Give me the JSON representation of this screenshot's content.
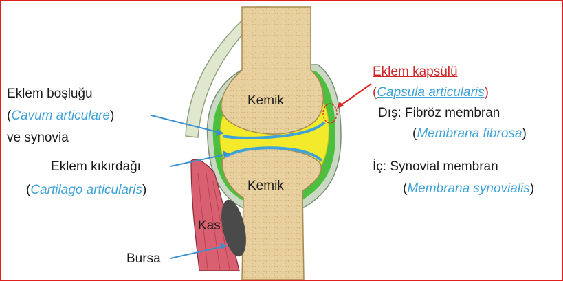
{
  "colors": {
    "border": "#e0201c",
    "bone": "#e7cf9e",
    "cartilage_cavity": "#f2ea2a",
    "synovial_green": "#4cbf3e",
    "capsule_outer": "#c9d9c3",
    "muscle": "#d86070",
    "bursa": "#4a4a4a",
    "arrow_blue": "#3a8fd0",
    "arrow_red": "#e02622",
    "latin_text": "#3fa2d8"
  },
  "labels": {
    "bone_top": "Kemik",
    "bone_bottom": "Kemik",
    "muscle": "Kas",
    "bursa": "Bursa",
    "cavity": {
      "line1": "Eklem boşluğu",
      "latin": "Cavum articulare",
      "line3": "ve synovia"
    },
    "cartilage": {
      "line1": "Eklem kıkırdağı",
      "latin": "Cartilago articularis"
    },
    "capsule": {
      "title": "Eklem kapsülü",
      "latin": "Capsula articularis"
    },
    "outer_membrane": {
      "text": "Dış: Fibröz membran",
      "latin": "Membrana fibrosa"
    },
    "inner_membrane": {
      "text": "İç: Synovial membran",
      "latin": "Membrana synovialis"
    }
  }
}
